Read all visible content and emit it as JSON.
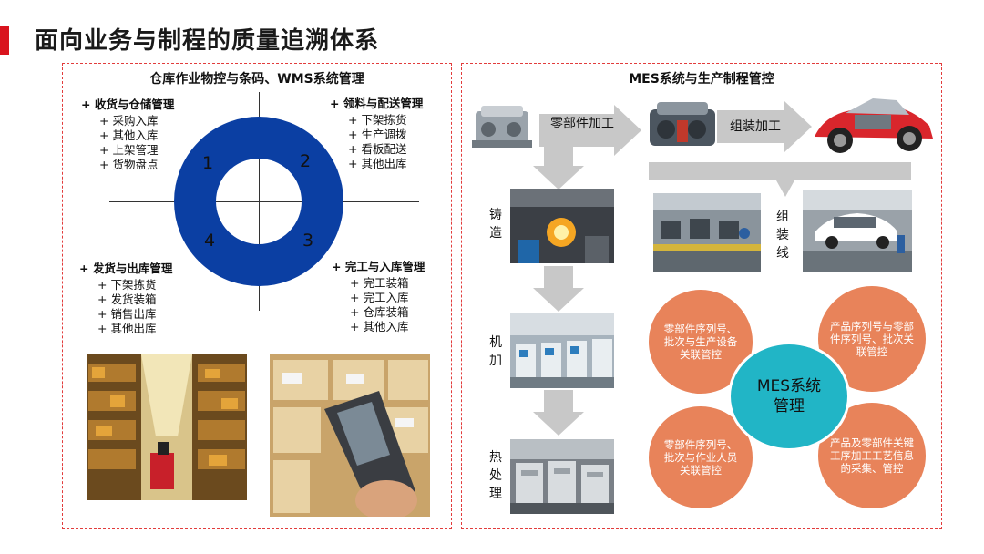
{
  "title": "面向业务与制程的质量追溯体系",
  "left_panel": {
    "title": "仓库作业物控与条码、WMS系统管理",
    "numbers": [
      "1",
      "2",
      "3",
      "4"
    ],
    "quadrants": [
      {
        "head": "+ 收货与仓储管理",
        "items": [
          "+ 采购入库",
          "+ 其他入库",
          "+ 上架管理",
          "+ 货物盘点"
        ]
      },
      {
        "head": "+ 领料与配送管理",
        "items": [
          "+ 下架拣货",
          "+ 生产调拨",
          "+ 看板配送",
          "+ 其他出库"
        ]
      },
      {
        "head": "+ 完工与入库管理",
        "items": [
          "+ 完工装箱",
          "+ 完工入库",
          "+ 仓库装箱",
          "+ 其他入库"
        ]
      },
      {
        "head": "+ 发货与出库管理",
        "items": [
          "+ 下架拣货",
          "+ 发货装箱",
          "+ 销售出库",
          "+ 其他出库"
        ]
      }
    ]
  },
  "right_panel": {
    "title": "MES系统与生产制程管控",
    "arrow1": "零部件加工",
    "arrow2": "组装加工",
    "processes": [
      "铸\n造",
      "机\n加",
      "热\n处\n理"
    ],
    "assembly": "组\n装\n线",
    "center": "MES系统\n管理",
    "bubbles": [
      "零部件序列号、批次与生产设备关联管控",
      "产品序列号与零部件序列号、批次关联管控",
      "零部件序列号、批次与作业人员关联管控",
      "产品及零部件关键工序加工工艺信息的采集、管控"
    ]
  },
  "colors": {
    "accent": "#d9141e",
    "ring": "#0b3fa3",
    "bubble": "#e8835a",
    "center": "#21b5c6",
    "arrow": "#c8c8c8"
  }
}
